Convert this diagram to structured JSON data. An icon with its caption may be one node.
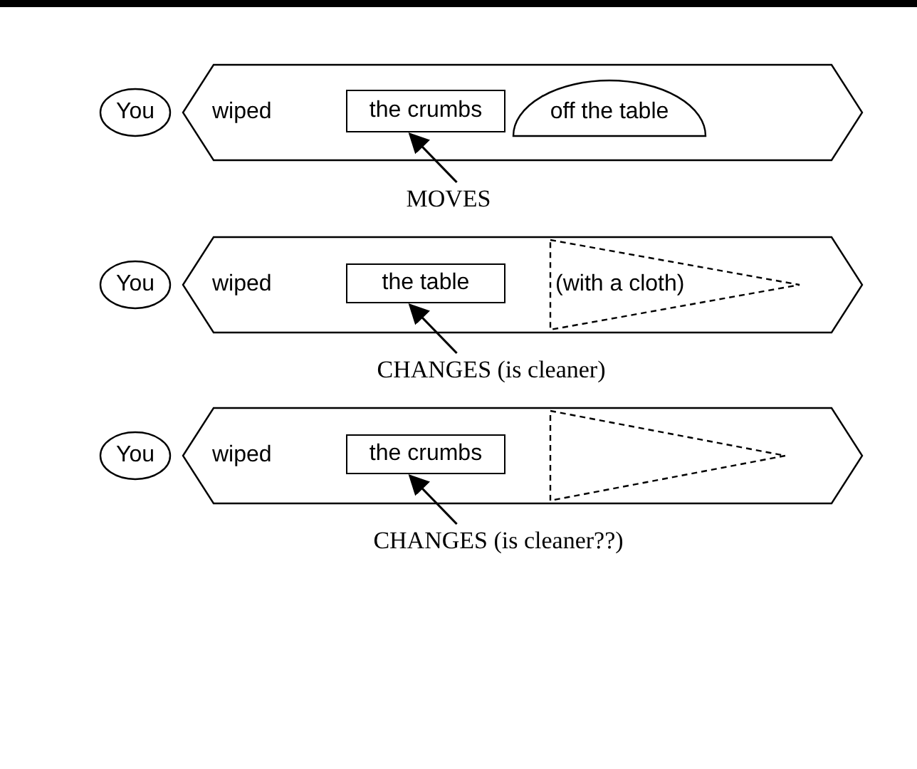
{
  "diagram": {
    "nodes": [
      {
        "text": [
          "You"
        ]
      },
      {
        "text": [
          "wiped"
        ]
      },
      {
        "text": [
          "the crumbs"
        ],
        "in": 1
      },
      {
        "text": [
          "off the table"
        ],
        "in": 1
      },
      {
        "text": [
          "MOVES"
        ]
      },
      {
        "text": [
          "You"
        ]
      },
      {
        "text": [
          "wiped"
        ]
      },
      {
        "text": [
          "the table"
        ],
        "in": 6
      },
      {
        "text": [
          "(with a cloth)"
        ],
        "in": 6
      },
      {
        "text": [
          "CHANGES (is cleaner)"
        ]
      },
      {
        "text": [
          "You"
        ]
      },
      {
        "text": [
          "wiped"
        ]
      },
      {
        "text": [
          "the crumbs"
        ],
        "in": 11
      },
      {
        "text": [],
        "shape": "triangle",
        "in": 11
      },
      {
        "text": [
          "CHANGES (is cleaner??)"
        ]
      }
    ],
    "edges": [
      {
        "from": 4,
        "to": 2,
        "arrow": "to"
      },
      {
        "from": 9,
        "to": 7,
        "arrow": "to"
      },
      {
        "from": 14,
        "to": 12,
        "arrow": "to"
      }
    ]
  }
}
